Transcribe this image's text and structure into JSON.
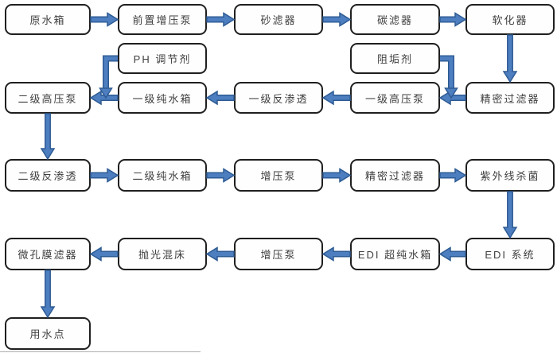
{
  "colors": {
    "arrow_fill": "#4d7ebf",
    "arrow_outline": "#2e5b94",
    "box_border": "#1f1f1f",
    "box_fill": "#fefefe",
    "label_text": "#3f3f3f",
    "background": "#ffffff"
  },
  "diagram": {
    "nodes": [
      {
        "id": "raw-water-tank",
        "label": "原水箱",
        "col": 1,
        "row": "r1"
      },
      {
        "id": "pre-booster-pump",
        "label": "前置增压泵",
        "col": 2,
        "row": "r1"
      },
      {
        "id": "sand-filter",
        "label": "砂滤器",
        "col": 3,
        "row": "r1"
      },
      {
        "id": "carbon-filter",
        "label": "碳滤器",
        "col": 4,
        "row": "r1"
      },
      {
        "id": "softener",
        "label": "软化器",
        "col": 5,
        "row": "r1"
      },
      {
        "id": "ph-adjuster",
        "label": "PH 调节剂",
        "col": 2,
        "row": "add"
      },
      {
        "id": "antiscalant",
        "label": "阻垢剂",
        "col": 4,
        "row": "add"
      },
      {
        "id": "stage2-hp-pump",
        "label": "二级高压泵",
        "col": 1,
        "row": "r2"
      },
      {
        "id": "stage1-pure-water-tank",
        "label": "一级纯水箱",
        "col": 2,
        "row": "r2"
      },
      {
        "id": "stage1-ro",
        "label": "一级反渗透",
        "col": 3,
        "row": "r2"
      },
      {
        "id": "stage1-hp-pump",
        "label": "一级高压泵",
        "col": 4,
        "row": "r2"
      },
      {
        "id": "precision-filter-1",
        "label": "精密过滤器",
        "col": 5,
        "row": "r2"
      },
      {
        "id": "stage2-ro",
        "label": "二级反渗透",
        "col": 1,
        "row": "r3"
      },
      {
        "id": "stage2-pure-water-tank",
        "label": "二级纯水箱",
        "col": 2,
        "row": "r3"
      },
      {
        "id": "booster-pump-1",
        "label": "增压泵",
        "col": 3,
        "row": "r3"
      },
      {
        "id": "precision-filter-2",
        "label": "精密过滤器",
        "col": 4,
        "row": "r3"
      },
      {
        "id": "uv-sterilizer",
        "label": "紫外线杀菌",
        "col": 5,
        "row": "r3"
      },
      {
        "id": "micropore-membrane-filter",
        "label": "微孔膜滤器",
        "col": 1,
        "row": "r4"
      },
      {
        "id": "polishing-mixed-bed",
        "label": "抛光混床",
        "col": 2,
        "row": "r4"
      },
      {
        "id": "booster-pump-2",
        "label": "增压泵",
        "col": 3,
        "row": "r4"
      },
      {
        "id": "edi-ultrapure-tank",
        "label": "EDI 超纯水箱",
        "col": 4,
        "row": "r4"
      },
      {
        "id": "edi-system",
        "label": "EDI 系统",
        "col": 5,
        "row": "r4"
      },
      {
        "id": "water-use-point",
        "label": "用水点",
        "col": 1,
        "row": "r5"
      }
    ],
    "edges": [
      {
        "from": "raw-water-tank",
        "to": "pre-booster-pump",
        "type": "h"
      },
      {
        "from": "pre-booster-pump",
        "to": "sand-filter",
        "type": "h"
      },
      {
        "from": "sand-filter",
        "to": "carbon-filter",
        "type": "h"
      },
      {
        "from": "carbon-filter",
        "to": "softener",
        "type": "h"
      },
      {
        "from": "softener",
        "to": "precision-filter-1",
        "type": "v"
      },
      {
        "from": "precision-filter-1",
        "to": "stage1-hp-pump",
        "type": "h"
      },
      {
        "from": "stage1-hp-pump",
        "to": "stage1-ro",
        "type": "h"
      },
      {
        "from": "stage1-ro",
        "to": "stage1-pure-water-tank",
        "type": "h"
      },
      {
        "from": "stage1-pure-water-tank",
        "to": "stage2-hp-pump",
        "type": "h"
      },
      {
        "from": "ph-adjuster",
        "type": "elbow-left"
      },
      {
        "from": "antiscalant",
        "type": "elbow-right"
      },
      {
        "from": "stage2-hp-pump",
        "to": "stage2-ro",
        "type": "v"
      },
      {
        "from": "stage2-ro",
        "to": "stage2-pure-water-tank",
        "type": "h"
      },
      {
        "from": "stage2-pure-water-tank",
        "to": "booster-pump-1",
        "type": "h"
      },
      {
        "from": "booster-pump-1",
        "to": "precision-filter-2",
        "type": "h"
      },
      {
        "from": "precision-filter-2",
        "to": "uv-sterilizer",
        "type": "h"
      },
      {
        "from": "uv-sterilizer",
        "to": "edi-system",
        "type": "v"
      },
      {
        "from": "edi-system",
        "to": "edi-ultrapure-tank",
        "type": "h"
      },
      {
        "from": "edi-ultrapure-tank",
        "to": "booster-pump-2",
        "type": "h"
      },
      {
        "from": "booster-pump-2",
        "to": "polishing-mixed-bed",
        "type": "h"
      },
      {
        "from": "polishing-mixed-bed",
        "to": "micropore-membrane-filter",
        "type": "h"
      },
      {
        "from": "micropore-membrane-filter",
        "to": "water-use-point",
        "type": "v"
      }
    ]
  }
}
